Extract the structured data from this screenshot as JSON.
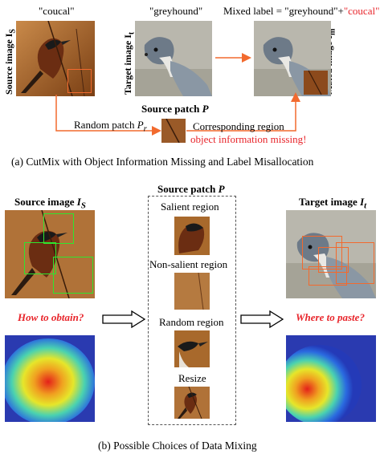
{
  "panel_a": {
    "label_source": "\"coucal\"",
    "label_target": "\"greyhound\"",
    "label_mixed_prefix": "Mixed label = \"greyhound\"+",
    "label_mixed_suffix": "\"coucal\"",
    "axis_source": "Source image I",
    "axis_source_sub": "S",
    "axis_target": "Target image I",
    "axis_target_sub": "t",
    "axis_mixed": "Mixed image I",
    "axis_mixed_sub": "m",
    "source_patch": "Source patch ",
    "source_patch_var": "P",
    "random_patch": "Random patch ",
    "random_patch_var": "P",
    "random_patch_sub": "r",
    "corresponding_region": "Corresponding region",
    "missing_note": "object information missing!",
    "caption": "(a)  CutMix with Object Information Missing and Label Misallocation"
  },
  "panel_b": {
    "source_title": "Source image ",
    "source_var": "I",
    "source_sub": "S",
    "patch_title": "Source patch ",
    "patch_var": "P",
    "target_title": "Target image ",
    "target_var": "I",
    "target_sub": "t",
    "salient": "Salient region",
    "non_salient": "Non-salient region",
    "random": "Random region",
    "resize": "Resize",
    "how": "How to obtain?",
    "where": "Where to paste?",
    "caption": "(b)  Possible Choices of Data Mixing"
  },
  "colors": {
    "accent_red": "#e8242a",
    "arrow_orange": "#f26a2e",
    "box_green": "#2ee62e",
    "box_orange": "#f26a2e"
  }
}
